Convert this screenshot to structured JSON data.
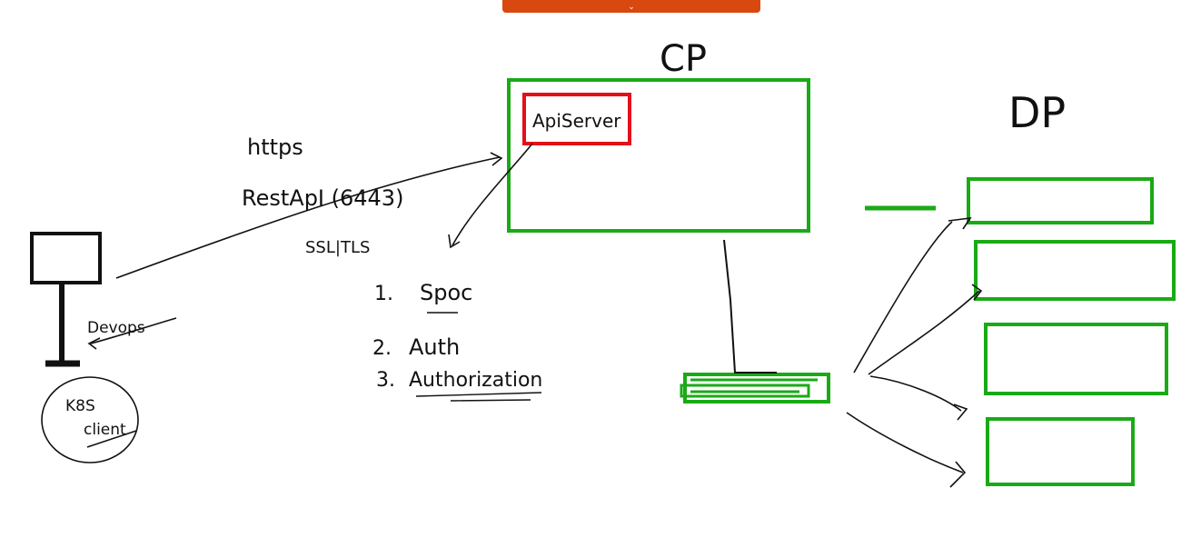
{
  "toolbar": {
    "expand_icon": "chevron-down-icon",
    "glyph": "⌄"
  },
  "colors": {
    "ink": "#111111",
    "box_green": "#1aaa16",
    "box_red": "#e3101a",
    "tab_orange": "#d9480f"
  },
  "labels": {
    "control_plane": "CP",
    "data_plane": "DP",
    "api_server": "ApiServer",
    "https": "https",
    "rest_api": "RestApI (6443)",
    "ssl_tls": "SSL|TLS",
    "devops": "Devops",
    "k8s_client_line1": "K8S",
    "k8s_client_line2": "client"
  },
  "list": [
    {
      "num": "1.",
      "text": "Spoc"
    },
    {
      "num": "2.",
      "text": "Auth"
    },
    {
      "num": "3.",
      "text": "Authorization"
    }
  ]
}
